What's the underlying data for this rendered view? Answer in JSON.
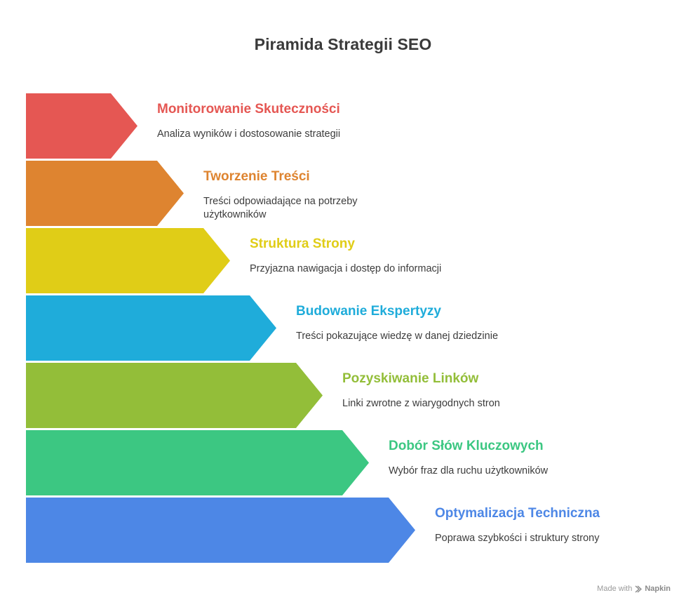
{
  "title": "Piramida Strategii SEO",
  "levels": [
    {
      "title": "Monitorowanie Skuteczności",
      "desc": "Analiza wyników i dostosowanie strategii",
      "color": "#E55753"
    },
    {
      "title": "Tworzenie Treści",
      "desc": "Treści odpowiadające na potrzeby użytkowników",
      "color": "#DE8430"
    },
    {
      "title": "Struktura Strony",
      "desc": "Przyjazna nawigacja i dostęp do informacji",
      "color": "#E0CD17"
    },
    {
      "title": "Budowanie Ekspertyzy",
      "desc": "Treści pokazujące wiedzę w danej dziedzinie",
      "color": "#1FACDA"
    },
    {
      "title": "Pozyskiwanie Linków",
      "desc": "Linki zwrotne z wiarygodnych stron",
      "color": "#93BE39"
    },
    {
      "title": "Dobór Słów Kluczowych",
      "desc": "Wybór fraz dla ruchu użytkowników",
      "color": "#3CC782"
    },
    {
      "title": "Optymalizacja Techniczna",
      "desc": "Poprawa szybkości i struktury strony",
      "color": "#4D87E6"
    }
  ],
  "watermark": {
    "prefix": "Made with",
    "brand": "Napkin"
  }
}
